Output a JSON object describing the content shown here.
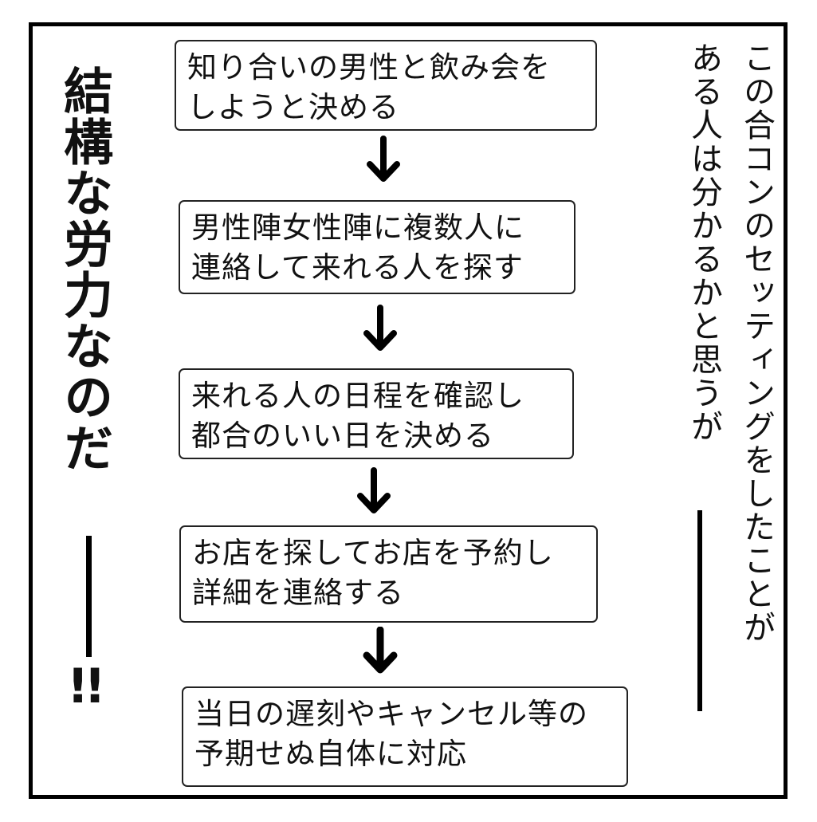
{
  "panel": {
    "right_narration": [
      "この合コンのセッティングをしたことが",
      "ある人は分かるかと思うが"
    ],
    "right_narration_dash": "——",
    "left_exclamation": "結構な労力なのだ",
    "left_exclamation_end": "!!",
    "flow_steps": [
      {
        "lines": [
          "知り合いの男性と飲み会を",
          "しようと決める"
        ]
      },
      {
        "lines": [
          "男性陣女性陣に複数人に",
          "連絡して来れる人を探す"
        ]
      },
      {
        "lines": [
          "来れる人の日程を確認し",
          "都合のいい日を決める"
        ]
      },
      {
        "lines": [
          "お店を探してお店を予約し",
          "詳細を連絡する"
        ]
      },
      {
        "lines": [
          "当日の遅刻やキャンセル等の",
          "予期せぬ自体に対応"
        ]
      }
    ],
    "arrow_icon": "down-arrow-icon",
    "colors": {
      "ink": "#000000",
      "paper": "#ffffff"
    }
  }
}
